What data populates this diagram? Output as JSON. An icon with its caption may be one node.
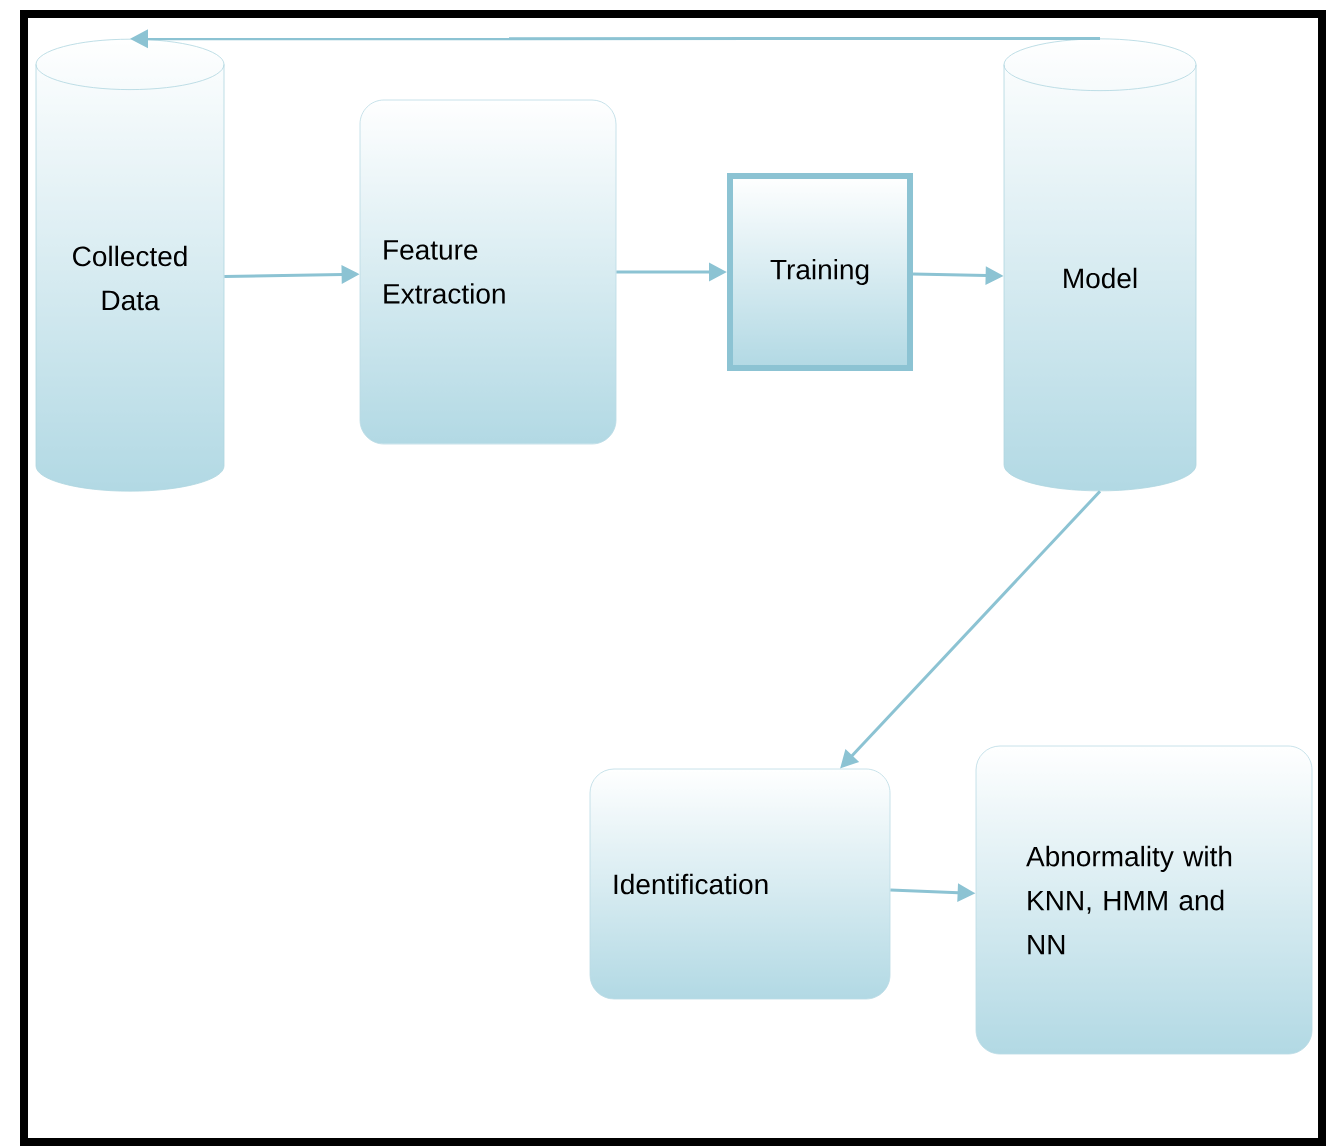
{
  "diagram": {
    "nodes": [
      {
        "text": [
          "Collected Data"
        ]
      },
      {
        "text": [
          "Feature Extraction"
        ]
      },
      {
        "text": [
          "Training"
        ]
      },
      {
        "text": [
          "Model"
        ]
      },
      {
        "text": [
          "Identification"
        ]
      },
      {
        "text": [
          "Abnormality with KNN, HMM and NN"
        ]
      }
    ],
    "edges": [
      {
        "from": 3,
        "to": 0,
        "arrow": "to"
      },
      {
        "from": 0,
        "to": 1,
        "arrow": "to"
      },
      {
        "from": 1,
        "to": 2,
        "arrow": "to"
      },
      {
        "from": 2,
        "to": 3,
        "arrow": "to"
      },
      {
        "from": 3,
        "to": 4,
        "arrow": "to"
      },
      {
        "from": 4,
        "to": 5,
        "arrow": "to"
      }
    ]
  }
}
